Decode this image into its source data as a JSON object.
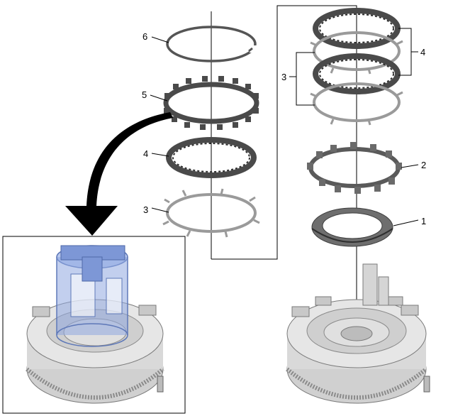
{
  "callouts": {
    "n1": "1",
    "n2": "2",
    "n3_left": "3",
    "n3_right": "3",
    "n4_left": "4",
    "n4_right": "4",
    "n5": "5",
    "n6": "6"
  },
  "colors": {
    "dark_plate": "#4a4a4a",
    "light_plate": "#9a9a9a",
    "housing": "#d9d9d9",
    "housing_dark": "#8c8c8c",
    "tool": "#8fa8e0",
    "arrow": "#000000"
  },
  "icons": {
    "assembly_arrow": "curved-down-arrow",
    "installation_tool": "blue-cylindrical-cage-tool"
  }
}
